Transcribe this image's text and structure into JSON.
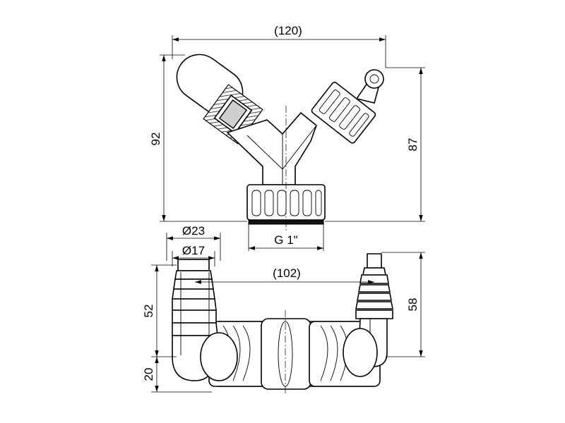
{
  "dimensions": {
    "top_width": "(120)",
    "left_height": "92",
    "right_height": "87",
    "thread": "G 1\"",
    "outer_diameter": "Ø23",
    "inner_diameter": "Ø17",
    "bottom_width": "(102)",
    "hose_length": "52",
    "elbow_height": "20",
    "right_hose_height": "58"
  }
}
